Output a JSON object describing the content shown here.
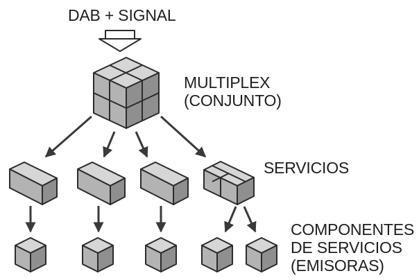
{
  "labels": {
    "input": "DAB + SIGNAL",
    "multiplex": [
      "MULTIPLEX",
      "(CONJUNTO)"
    ],
    "services": "SERVICIOS",
    "components": [
      "COMPONENTES",
      "DE SERVICIOS",
      "(EMISORAS)"
    ]
  },
  "colors": {
    "face_top": "#d6d6d6",
    "face_left": "#b3b3b3",
    "face_right": "#8f8f8f",
    "stroke": "#2b2b2b",
    "arrow": "#3a3a3a",
    "text": "#1e1e1e"
  }
}
